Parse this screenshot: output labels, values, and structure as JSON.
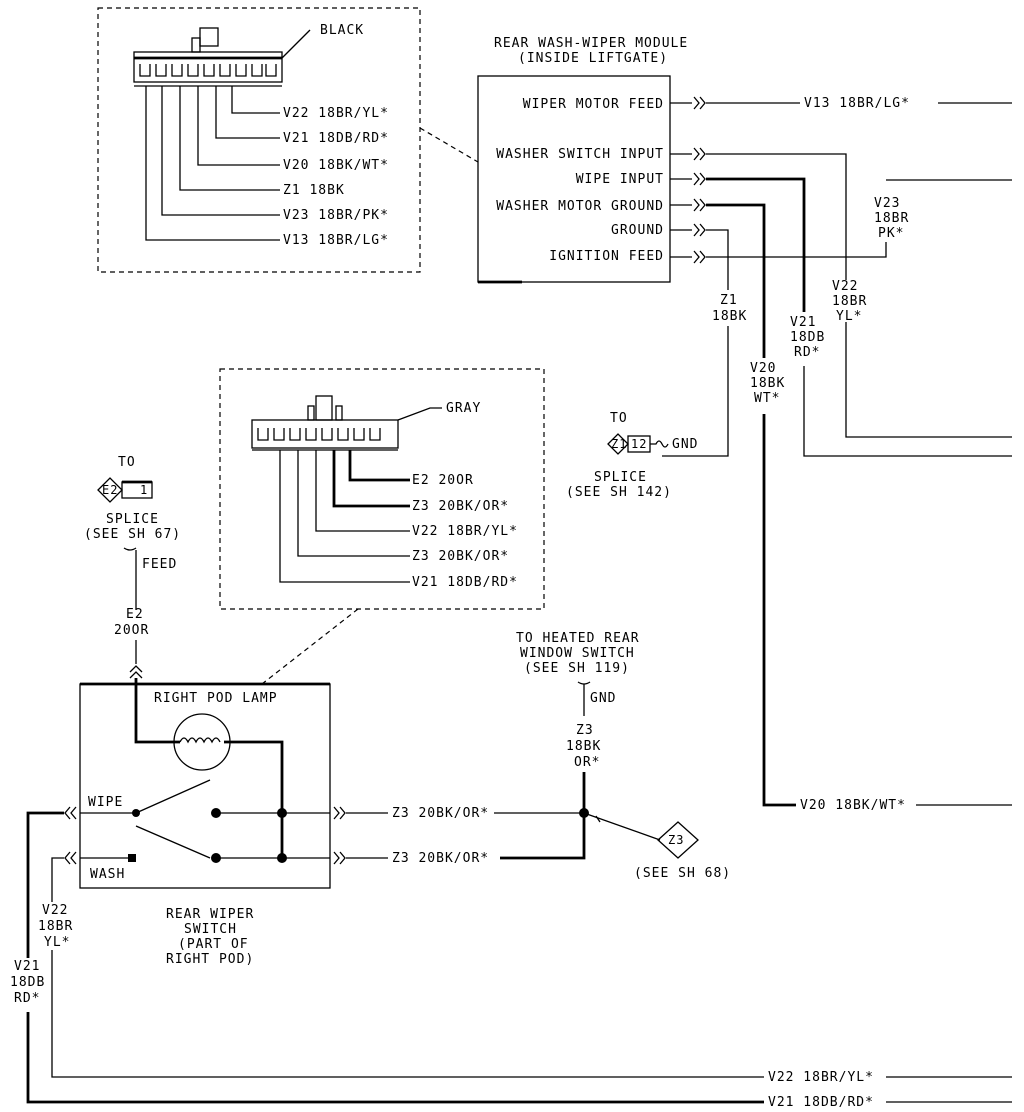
{
  "black_connector": {
    "label": "BLACK",
    "pins": [
      "V22 18BR/YL*",
      "V21 18DB/RD*",
      "V20 18BK/WT*",
      "Z1 18BK",
      "V23 18BR/PK*",
      "V13 18BR/LG*"
    ]
  },
  "module": {
    "title1": "REAR WASH-WIPER MODULE",
    "title2": "(INSIDE LIFTGATE)",
    "rows": [
      "WIPER MOTOR FEED",
      "WASHER SWITCH INPUT",
      "WIPE INPUT",
      "WASHER MOTOR GROUND",
      "GROUND",
      "IGNITION FEED"
    ]
  },
  "wires": {
    "v13": "V13 18BR/LG*",
    "v23": [
      "V23",
      "18BR",
      "PK*"
    ],
    "v22_right": [
      "V22",
      "18BR",
      "YL*"
    ],
    "v21_right": [
      "V21",
      "18DB",
      "RD*"
    ],
    "v20_right": [
      "V20",
      "18BK",
      "WT*"
    ],
    "z1": [
      "Z1",
      "18BK"
    ],
    "v20_bottom": "V20 18BK/WT*",
    "v22_bottom": "V22 18BR/YL*",
    "v21_bottom": "V21 18DB/RD*",
    "v22_left": [
      "V22",
      "18BR",
      "YL*"
    ],
    "v21_left": [
      "V21",
      "18DB",
      "RD*"
    ],
    "e2": [
      "E2",
      "20OR"
    ],
    "z3_top": [
      "Z3",
      "18BK",
      "OR*"
    ],
    "z3_wipe": "Z3 20BK/OR*",
    "z3_wash": "Z3 20BK/OR*"
  },
  "gray_connector": {
    "label": "GRAY",
    "pins": [
      "E2 20OR",
      "Z3 20BK/OR*",
      "V22 18BR/YL*",
      "Z3 20BK/OR*",
      "V21 18DB/RD*"
    ]
  },
  "splice_z1": {
    "to": "TO",
    "id": "Z1",
    "pin": "12",
    "gnd": "GND",
    "label1": "SPLICE",
    "label2": "(SEE SH 142)"
  },
  "splice_e2": {
    "to": "TO",
    "id": "E2",
    "pin": "1",
    "label1": "SPLICE",
    "label2": "(SEE SH 67)",
    "feed": "FEED"
  },
  "heated": {
    "line1": "TO HEATED REAR",
    "line2": "WINDOW SWITCH",
    "line3": "(SEE SH 119)",
    "gnd": "GND"
  },
  "switch": {
    "lamp": "RIGHT POD LAMP",
    "wipe": "WIPE",
    "wash": "WASH",
    "name1": "REAR WIPER",
    "name2": "SWITCH",
    "name3": "(PART OF",
    "name4": "RIGHT POD)"
  },
  "z3_ref": {
    "id": "Z3",
    "see": "(SEE SH 68)"
  }
}
